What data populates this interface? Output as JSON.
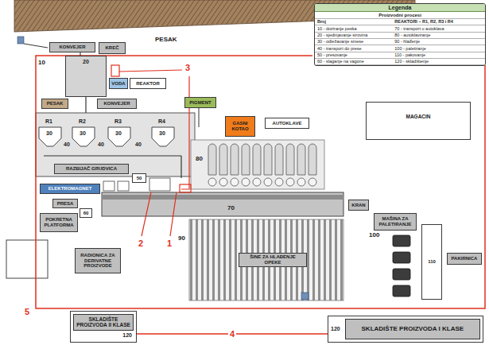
{
  "diagram": {
    "nodes": [
      {
        "text": [
          "KONVEJER"
        ]
      },
      {
        "text": [
          "KREČ"
        ]
      },
      {
        "text": [
          "20"
        ]
      },
      {
        "text": [
          "VODA"
        ]
      },
      {
        "text": [
          "REAKTOR"
        ]
      },
      {
        "text": [
          "PESAK"
        ]
      },
      {
        "text": [
          "KONVEJER"
        ]
      },
      {
        "text": [
          "PIGMENT"
        ]
      },
      {
        "text": [
          "GASNI KOTAO"
        ]
      },
      {
        "text": [
          "RAZBIJAČ GRUDVICA"
        ]
      },
      {
        "text": [
          "50"
        ]
      },
      {
        "text": [
          "AUTOKLAVE"
        ]
      },
      {
        "text": [
          "MAGACIN"
        ]
      },
      {
        "text": [
          "ELEKTROMAGNET"
        ]
      },
      {
        "text": [
          "PRESA"
        ]
      },
      {
        "text": [
          "60"
        ]
      },
      {
        "text": [
          "POKRETNA PLATFORMA"
        ]
      },
      {
        "text": [
          "KRAN"
        ]
      },
      {
        "text": [
          "MAŠINA ZA PALETIRANJE"
        ]
      },
      {
        "text": [
          "110"
        ]
      },
      {
        "text": [
          "PAKIRNICA"
        ]
      },
      {
        "text": [
          "ŠINE ZA HLAĐENJE OPEKE"
        ]
      },
      {
        "text": [
          "RADIONICA ZA DERIVATNE PROIZVODE"
        ]
      },
      {
        "text": [
          "SKLADIŠTE PROIZVODA II KLASE",
          "120"
        ]
      },
      {
        "text": [
          "120",
          "SKLADIŠTE PROIZVODA I KLASE"
        ]
      },
      {
        "text": [
          "Legenda",
          "Proizvodni procesi",
          "Broj",
          "REAKTORI – R1, R2, R3 i R4",
          "10 - doziranje peska",
          "20 - sjedinjavanje sirovina",
          "30 - odležavanje smese",
          "40 - transport do prese",
          "50 - presovanje",
          "60 - slaganje na vagone",
          "70 - transport u autoklava",
          "80 - autoklaviranje",
          "90 - hlađenje",
          "100 - paletiranje",
          "110 - pakovanje",
          "120 - skladištenje"
        ]
      }
    ],
    "edges": [
      {
        "from": 0,
        "to": 2,
        "arrow": "none"
      },
      {
        "from": 23,
        "to": 24,
        "label": "4",
        "arrow": "none"
      }
    ],
    "labels": [
      "PESAK",
      "10",
      "R1",
      "R2",
      "R3",
      "R4",
      "30",
      "30",
      "30",
      "30",
      "40",
      "40",
      "40",
      "80",
      "70",
      "100",
      "90",
      "1",
      "2",
      "3",
      "5"
    ]
  }
}
